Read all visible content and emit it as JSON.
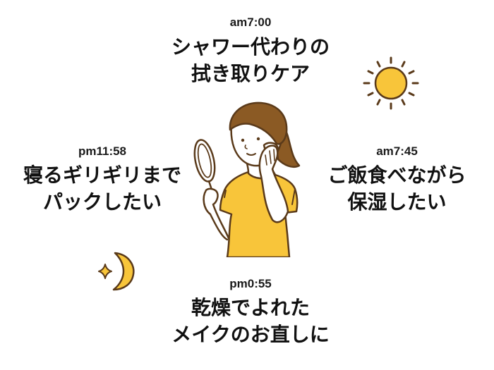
{
  "colors": {
    "accent_yellow": "#F8C53A",
    "outline_brown": "#5A3A1A",
    "hair_brown": "#8B5A24",
    "text": "#111111"
  },
  "entries": {
    "top": {
      "time": "am7:00",
      "line1": "シャワー代わりの",
      "line2": "拭き取りケア"
    },
    "right": {
      "time": "am7:45",
      "line1": "ご飯食べながら",
      "line2": "保湿したい"
    },
    "bottom": {
      "time": "pm0:55",
      "line1": "乾燥でよれた",
      "line2": "メイクのお直しに"
    },
    "left": {
      "time": "pm11:58",
      "line1": "寝るギリギリまで",
      "line2": "パックしたい"
    }
  },
  "icons": {
    "sun": "sun-icon",
    "moon": "crescent-moon-icon",
    "star": "sparkle-star-icon",
    "woman": "woman-with-mirror-illustration"
  }
}
